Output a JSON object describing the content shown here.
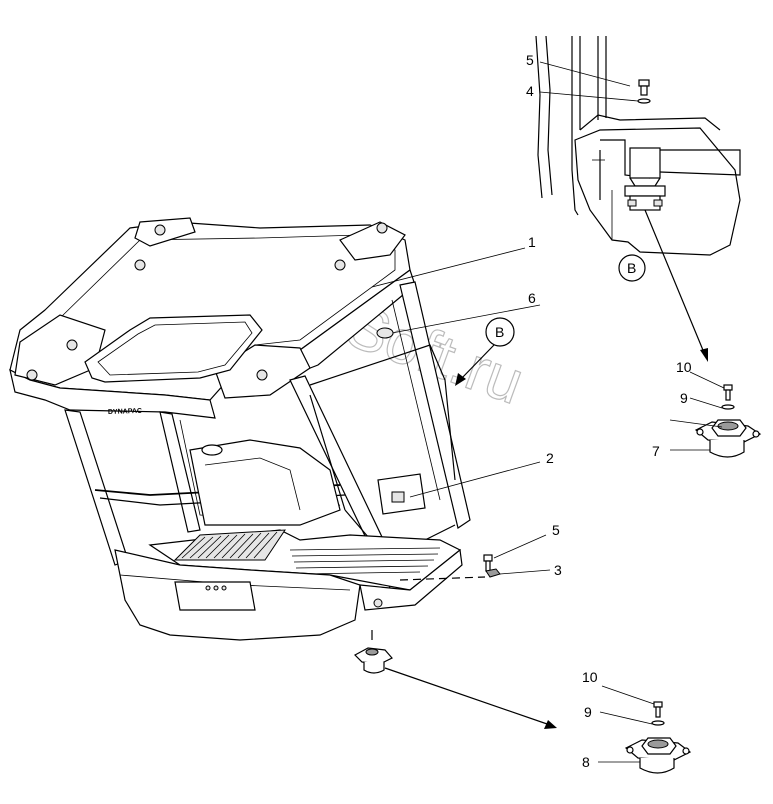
{
  "callouts": {
    "c1": "1",
    "c2": "2",
    "c3": "3",
    "c4": "4",
    "c5_top": "5",
    "c5_mid": "5",
    "c6": "6",
    "c7": "7",
    "c8": "8",
    "c9_right": "9",
    "c9_bottom": "9",
    "c10_right": "10",
    "c10_bottom": "10"
  },
  "view_labels": {
    "detail_b_circle": "B",
    "view_b_arrow_circle": "B"
  },
  "brand_label": "DYNAPAC",
  "watermark": "AutoSoft.ru"
}
